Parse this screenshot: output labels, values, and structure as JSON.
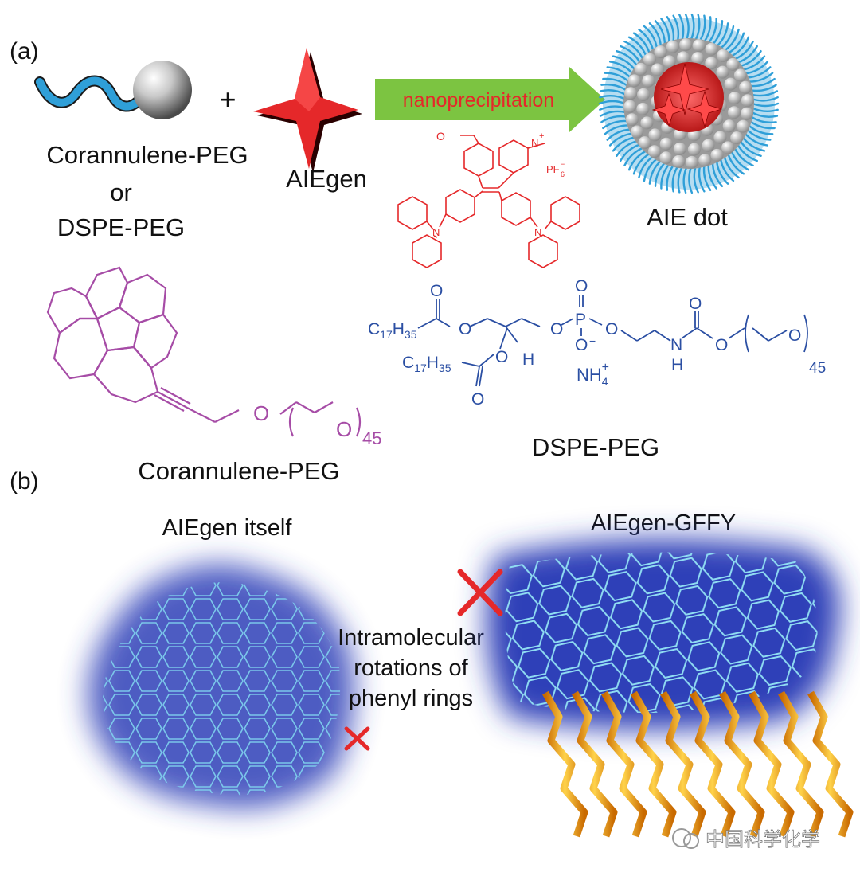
{
  "panel_a": {
    "label": "(a)",
    "plus": "+",
    "polymer_label_1": "Corannulene-PEG",
    "polymer_label_or": "or",
    "polymer_label_2": "DSPE-PEG",
    "aiegen_label": "AIEgen",
    "arrow_label": "nanoprecipitation",
    "product_label": "AIE dot",
    "aiegen_struct": {
      "counterion": "PF",
      "counterion_sub": "6",
      "counterion_sup": "−",
      "plus": "+"
    },
    "dspe_struct": {
      "c17h35": [
        "C",
        "17",
        "H",
        "35"
      ],
      "O": "O",
      "P": "P",
      "minus": "−",
      "H": "H",
      "N": "N",
      "nh4": [
        "NH",
        "4",
        "+"
      ],
      "repeat": "45"
    },
    "dspe_name": "DSPE-PEG",
    "cor_struct": {
      "O": "O",
      "repeat": "45"
    },
    "cor_name": "Corannulene-PEG"
  },
  "panel_b": {
    "label": "(b)",
    "left_title": "AIEgen itself",
    "right_title": "AIEgen-GFFY",
    "middle_text": [
      "Intramolecular",
      "rotations of",
      "phenyl rings"
    ]
  },
  "watermark": "中国科学化学",
  "colors": {
    "aiegen_red": "#e5282a",
    "peg_blue": "#2f9fd8",
    "dspe_blue": "#2b4fa3",
    "cor_purple": "#a64ca6",
    "arrow_green": "#7cc441",
    "glow_blue": "#2f3fb8",
    "mol_cyan": "#7fd3ee",
    "tail_orange": "#f0a020"
  }
}
